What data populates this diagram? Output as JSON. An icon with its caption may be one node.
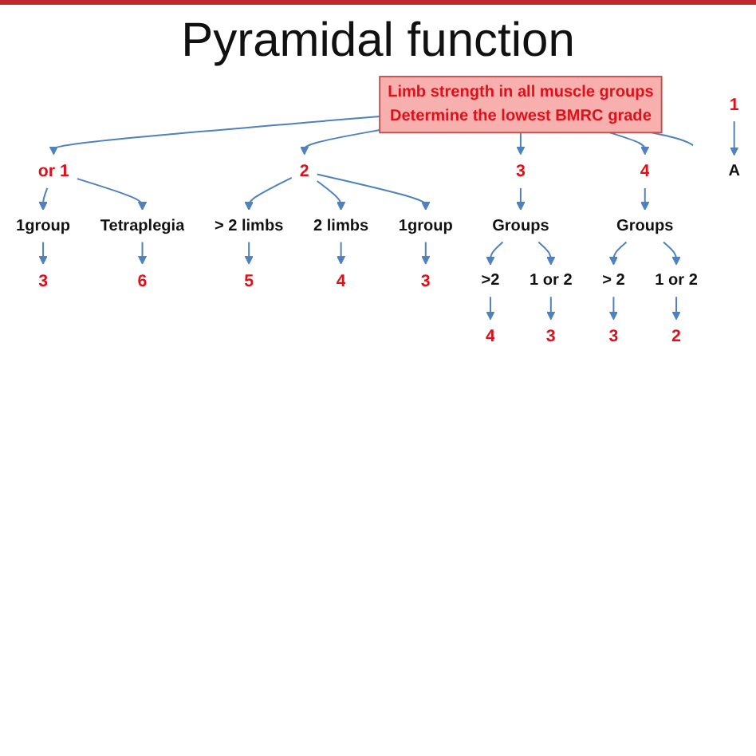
{
  "diagram": {
    "title": "Pyramidal function",
    "nodes": [
      {
        "text": [
          "Limb strength in all muscle groups",
          "Determine the lowest BMRC  grade"
        ]
      },
      {
        "text": [
          "or 1"
        ]
      },
      {
        "text": [
          "2"
        ]
      },
      {
        "text": [
          "3"
        ]
      },
      {
        "text": [
          "4"
        ]
      },
      {
        "text": [
          "1group"
        ]
      },
      {
        "text": [
          "3"
        ]
      },
      {
        "text": [
          "Tetraplegia"
        ]
      },
      {
        "text": [
          "6"
        ]
      },
      {
        "text": [
          "> 2 limbs"
        ]
      },
      {
        "text": [
          "2 limbs"
        ]
      },
      {
        "text": [
          "1group"
        ]
      },
      {
        "text": [
          "5"
        ]
      },
      {
        "text": [
          "4"
        ]
      },
      {
        "text": [
          "3"
        ]
      },
      {
        "text": [
          "Groups"
        ]
      },
      {
        "text": [
          ">2"
        ]
      },
      {
        "text": [
          "1 or 2"
        ]
      },
      {
        "text": [
          "4"
        ]
      },
      {
        "text": [
          "3"
        ]
      },
      {
        "text": [
          "Groups"
        ]
      },
      {
        "text": [
          "> 2"
        ]
      },
      {
        "text": [
          "1 or 2"
        ]
      },
      {
        "text": [
          "3"
        ]
      },
      {
        "text": [
          "2"
        ]
      },
      {
        "text": [
          "A"
        ]
      },
      {
        "text": [
          "1"
        ]
      }
    ],
    "edges": [
      {
        "from": 0,
        "to": 1,
        "arrow": "to"
      },
      {
        "from": 0,
        "to": 2,
        "arrow": "to"
      },
      {
        "from": 0,
        "to": 3,
        "arrow": "to"
      },
      {
        "from": 0,
        "to": 4,
        "arrow": "to"
      },
      {
        "from": 0,
        "to": null,
        "arrow": "none"
      },
      {
        "from": 1,
        "to": 5,
        "arrow": "to"
      },
      {
        "from": 5,
        "to": 6,
        "arrow": "to"
      },
      {
        "from": 1,
        "to": 7,
        "arrow": "to"
      },
      {
        "from": 7,
        "to": 8,
        "arrow": "to"
      },
      {
        "from": 2,
        "to": 9,
        "arrow": "to"
      },
      {
        "from": 2,
        "to": 10,
        "arrow": "to"
      },
      {
        "from": 2,
        "to": 11,
        "arrow": "to"
      },
      {
        "from": 9,
        "to": 12,
        "arrow": "to"
      },
      {
        "from": 10,
        "to": 13,
        "arrow": "to"
      },
      {
        "from": 11,
        "to": 14,
        "arrow": "to"
      },
      {
        "from": 3,
        "to": 15,
        "arrow": "to"
      },
      {
        "from": 15,
        "to": 16,
        "arrow": "to"
      },
      {
        "from": 15,
        "to": 17,
        "arrow": "to"
      },
      {
        "from": 16,
        "to": 18,
        "arrow": "to"
      },
      {
        "from": 17,
        "to": 19,
        "arrow": "to"
      },
      {
        "from": 4,
        "to": 20,
        "arrow": "to"
      },
      {
        "from": 20,
        "to": 21,
        "arrow": "to"
      },
      {
        "from": 20,
        "to": 22,
        "arrow": "to"
      },
      {
        "from": 21,
        "to": 23,
        "arrow": "to"
      },
      {
        "from": 22,
        "to": 24,
        "arrow": "to"
      },
      {
        "from": 26,
        "to": 25,
        "arrow": "to"
      }
    ]
  }
}
